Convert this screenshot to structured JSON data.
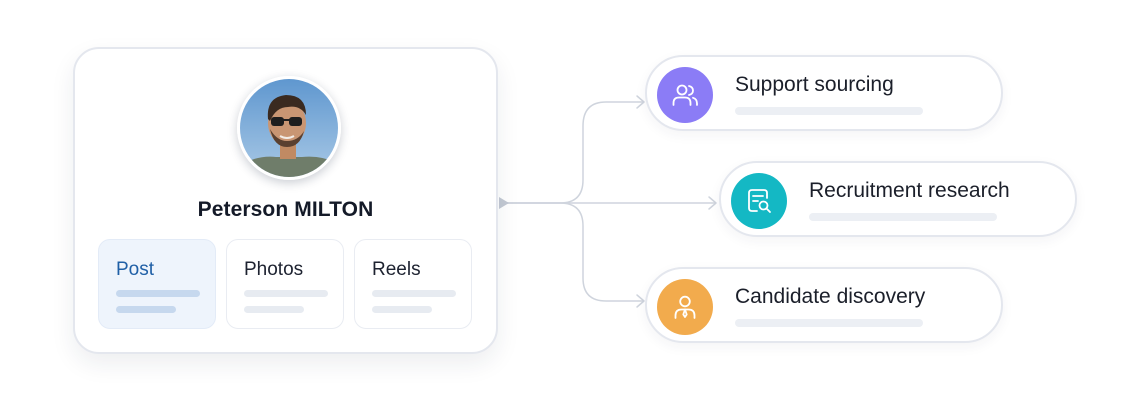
{
  "profile": {
    "name": "Peterson MILTON",
    "tabs": [
      {
        "label": "Post",
        "active": true
      },
      {
        "label": "Photos",
        "active": false
      },
      {
        "label": "Reels",
        "active": false
      }
    ]
  },
  "actions": [
    {
      "label": "Support sourcing",
      "icon": "users-icon",
      "color": "#8b7cf6"
    },
    {
      "label": "Recruitment research",
      "icon": "document-search-icon",
      "color": "#14b8c4"
    },
    {
      "label": "Candidate discovery",
      "icon": "person-tie-icon",
      "color": "#f2ab4d"
    }
  ],
  "colors": {
    "card_border": "#e4e7ee",
    "connector": "#cfd4dd",
    "active_tab_bg": "#eef4fc",
    "active_tab_text": "#1f5fa6"
  }
}
